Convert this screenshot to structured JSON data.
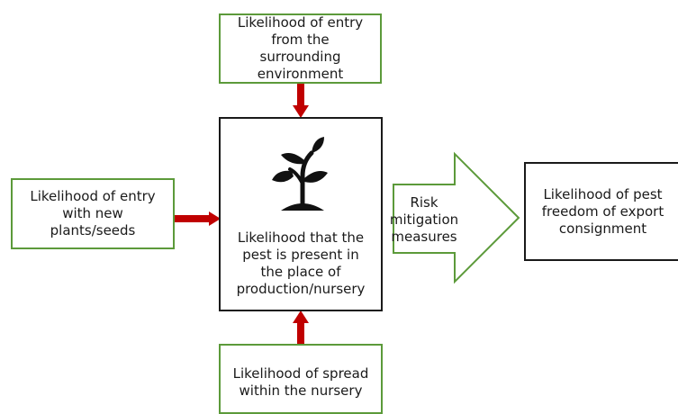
{
  "boxes": {
    "top": "Likelihood of entry\nfrom the\nsurrounding\nenvironment",
    "left": "Likelihood of entry\nwith new\nplants/seeds",
    "bottom": "Likelihood of spread\nwithin the nursery",
    "center": "Likelihood that the\npest is present in\nthe place of\nproduction/nursery",
    "right": "Likelihood of pest\nfreedom of export\nconsignment"
  },
  "mitigation_arrow": "Risk\nmitigation\nmeasures",
  "icons": {
    "center": "plant-sprout-icon"
  },
  "colors": {
    "green_border": "#5c9a3a",
    "red_arrow": "#c00000",
    "black_border": "#1a1a1a"
  }
}
